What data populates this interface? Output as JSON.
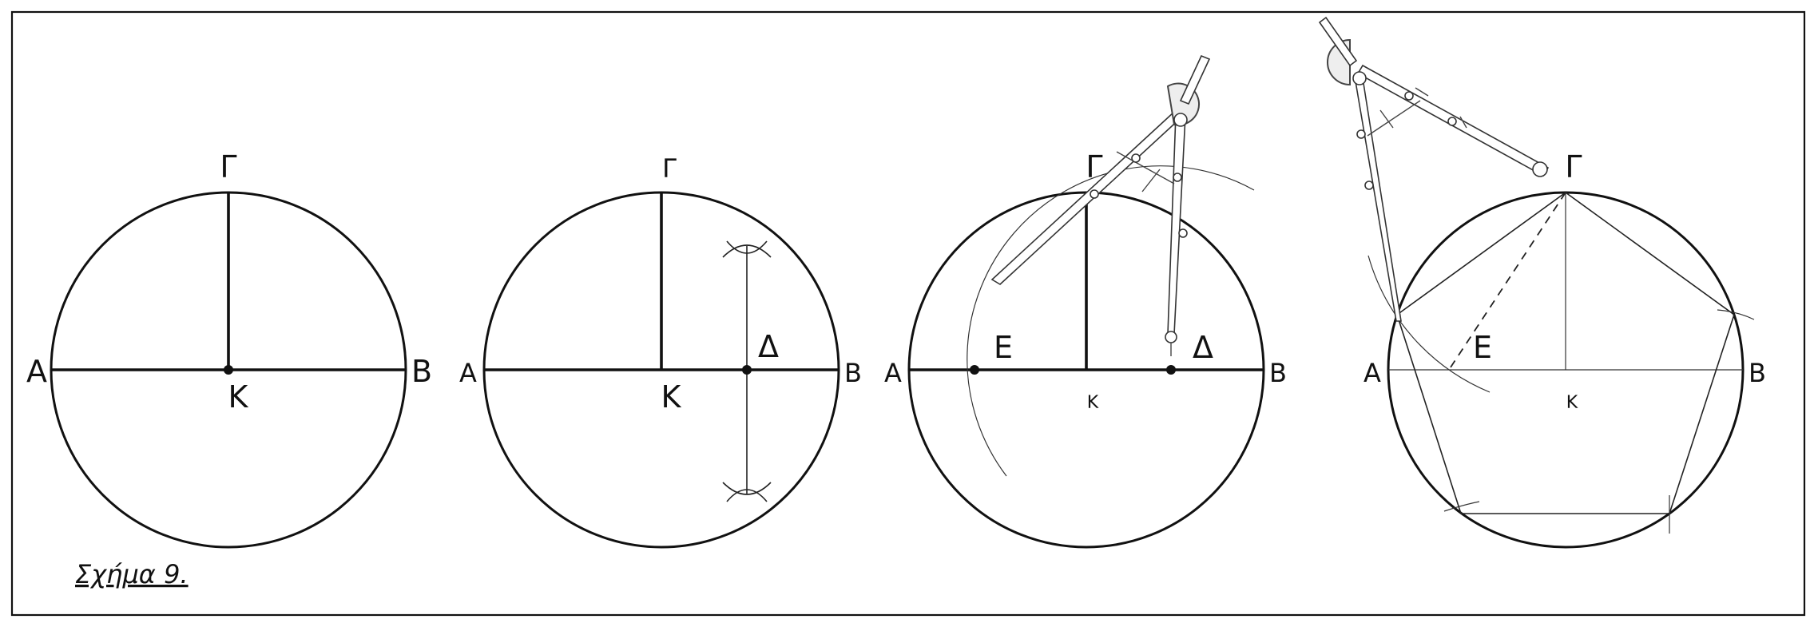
{
  "caption": "Σχήμα 9.",
  "panels": [
    {
      "labels": {
        "top": "Γ",
        "left": "Α",
        "right": "Β",
        "center": "Κ"
      }
    },
    {
      "labels": {
        "top": "Γ",
        "left": "Α",
        "right": "Β",
        "center": "Κ",
        "point_d": "Δ"
      }
    },
    {
      "labels": {
        "top": "Γ",
        "left": "Α",
        "right": "Β",
        "center": "Κ",
        "point_e": "Ε",
        "point_d": "Δ"
      }
    },
    {
      "labels": {
        "top": "Γ",
        "left": "Α",
        "right": "Β",
        "center": "Κ",
        "point_e": "Ε"
      }
    }
  ]
}
